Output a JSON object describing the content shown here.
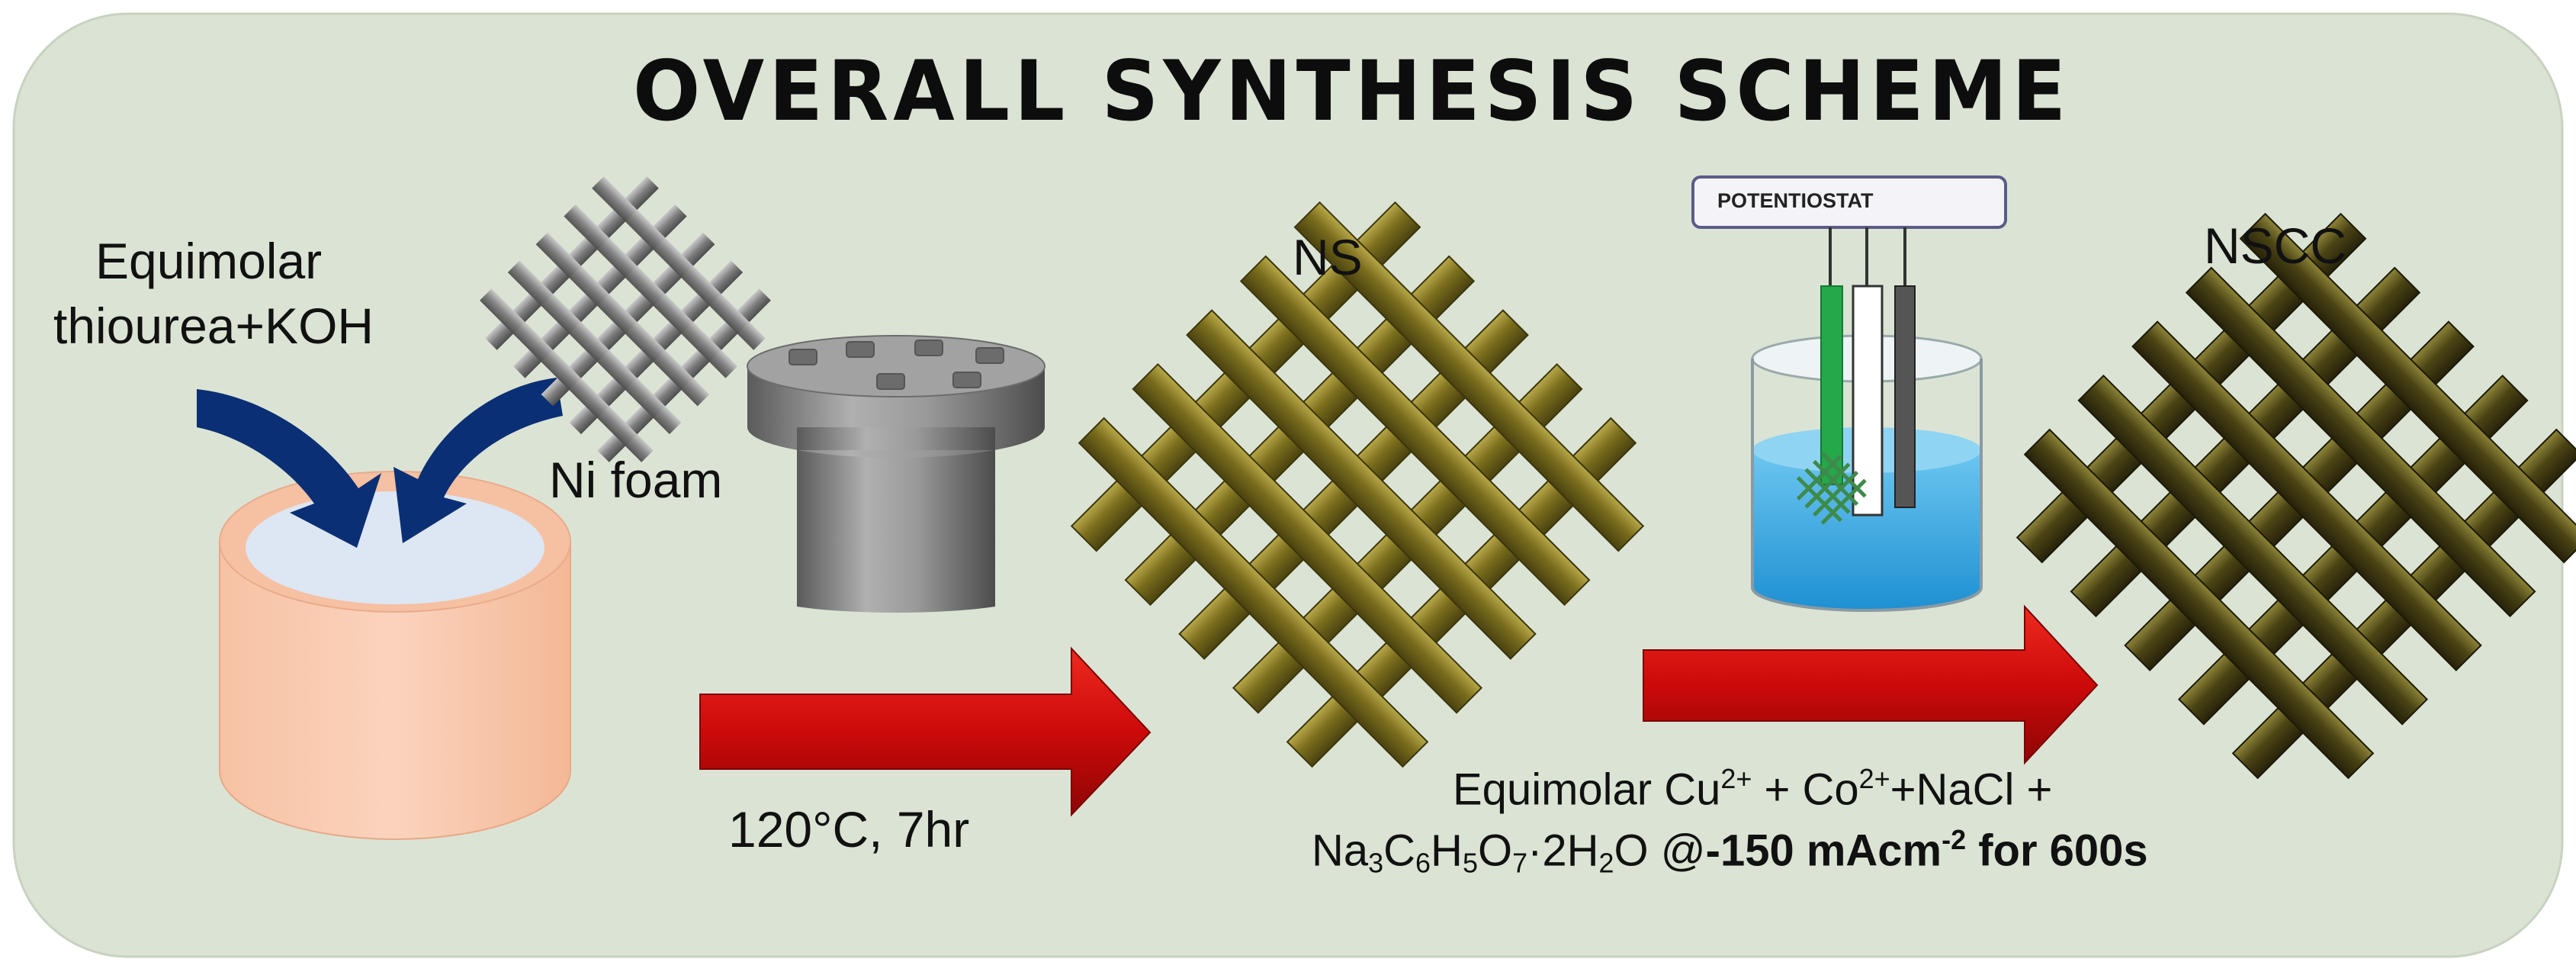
{
  "title": "OVERALL SYNTHESIS SCHEME",
  "steps": {
    "precursor": {
      "line1": "Equimolar",
      "line2": "thiourea+KOH"
    },
    "substrate": "Ni foam",
    "hydrothermal_condition": "120°C, 7hr",
    "intermediate": "NS",
    "instrument": "POTENTIOSTAT",
    "product": "NSCC",
    "electrodeposition": {
      "line1_text": "Equimolar Cu",
      "cu_charge": "2+",
      "plus1": " + Co",
      "co_charge": "2+",
      "line1_tail": "+NaCl +",
      "l2_na": "Na",
      "l2_na_n": "3",
      "l2_c": "C",
      "l2_c_n": "6",
      "l2_h": "H",
      "l2_h_n": "5",
      "l2_o": "O",
      "l2_o_n": "7",
      "l2_mid": "·2H",
      "l2_h2_n": "2",
      "l2_o2": "O @",
      "l2_bold_a": "-150 mAcm",
      "l2_bold_exp": "-2",
      "l2_bold_b": " for 600s"
    }
  },
  "colors": {
    "panel_bg": "#dbe4d4",
    "arrow_red": "#d20a0a",
    "arrow_blue": "#0b2f74",
    "vessel": "#f9cbb0",
    "mesh_gold": "#7a6d1c",
    "mesh_dark": "#4a4414",
    "electrolyte": "#34a7e0",
    "electrode_green": "#25a84a"
  }
}
